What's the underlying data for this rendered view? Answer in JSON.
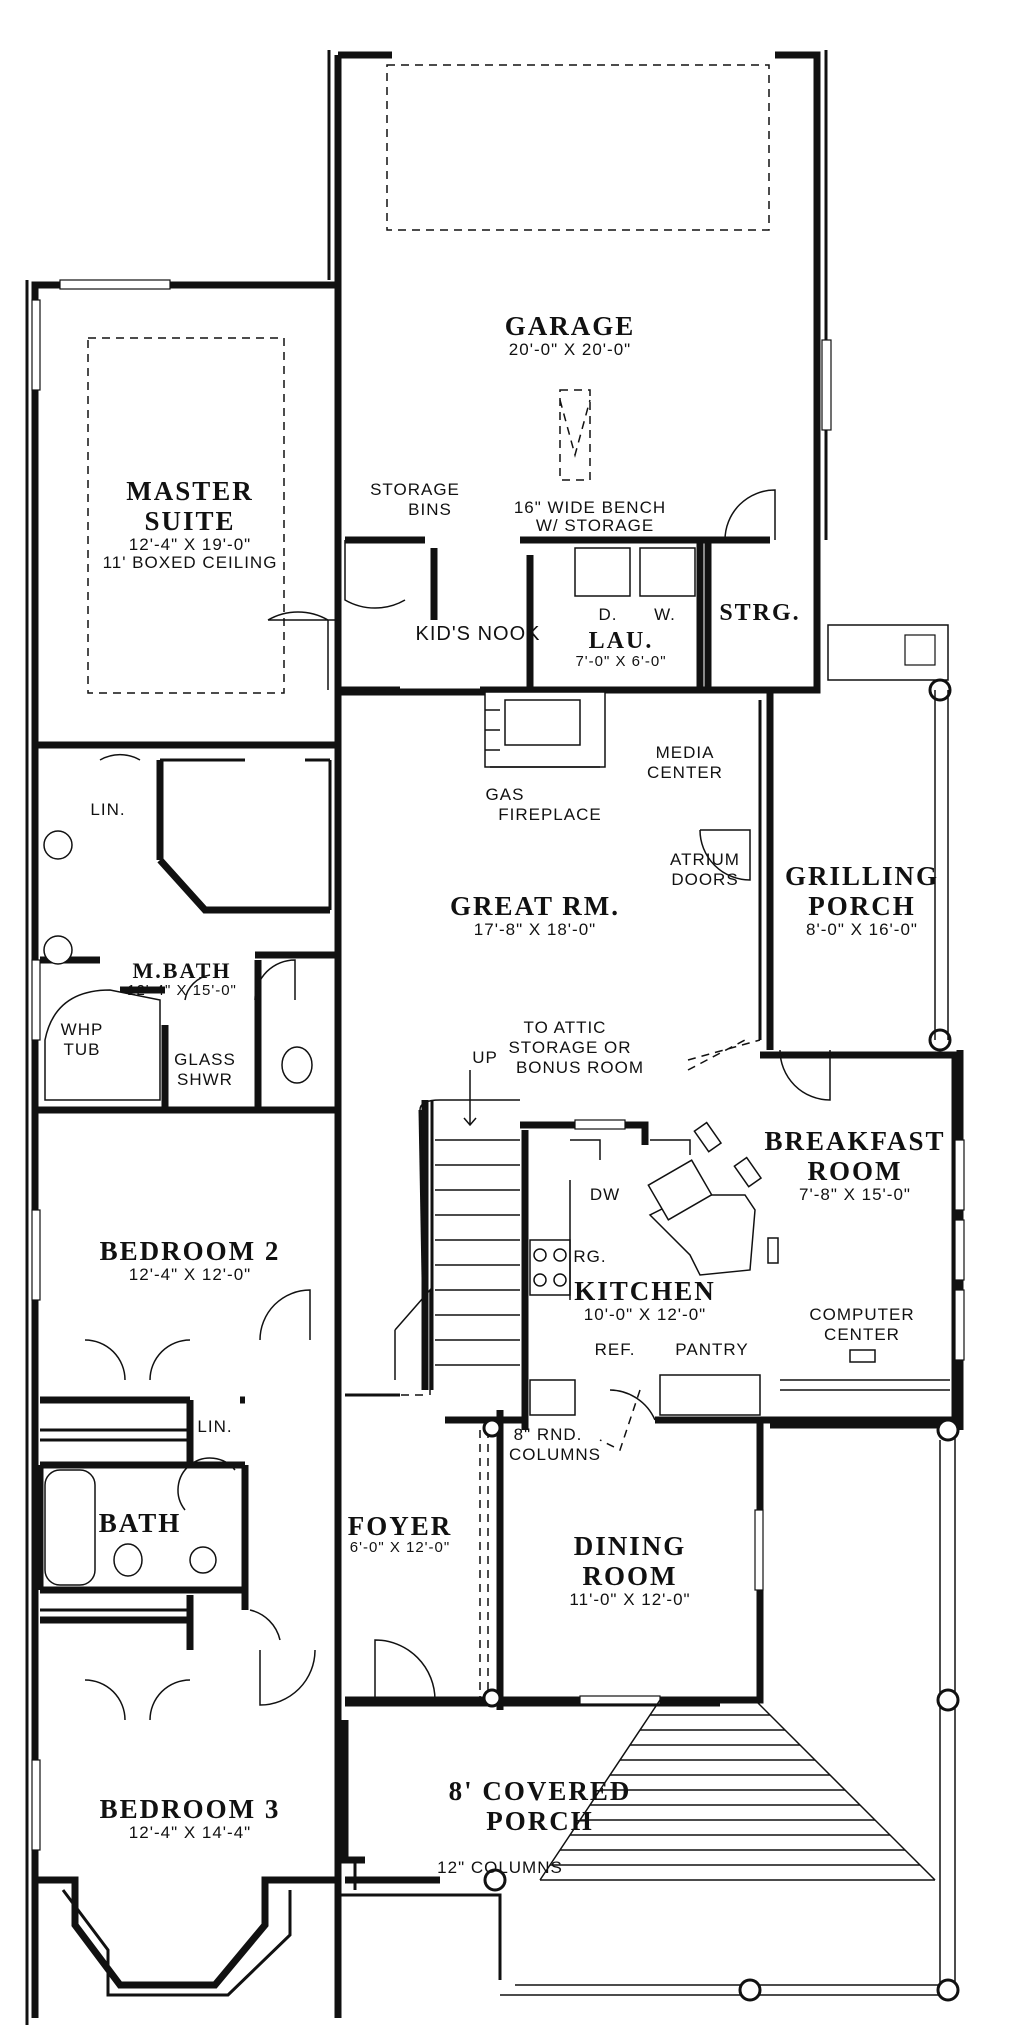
{
  "rooms": {
    "garage": {
      "name": "GARAGE",
      "dim": "20'-0\" X 20'-0\""
    },
    "master_suite": {
      "name1": "MASTER",
      "name2": "SUITE",
      "dim": "12'-4\" X 19'-0\"",
      "note": "11' BOXED CEILING"
    },
    "kids_nook": {
      "name": "KID'S NOOK"
    },
    "laundry": {
      "name": "LAU.",
      "dim": "7'-0\" X 6'-0\""
    },
    "storage": {
      "name": "STRG."
    },
    "great_room": {
      "name": "GREAT RM.",
      "dim": "17'-8\" X 18'-0\""
    },
    "grilling_porch": {
      "name1": "GRILLING",
      "name2": "PORCH",
      "dim": "8'-0\" X 16'-0\""
    },
    "master_bath": {
      "name": "M.BATH",
      "dim": "12'-4\" X 15'-0\""
    },
    "breakfast_room": {
      "name1": "BREAKFAST",
      "name2": "ROOM",
      "dim": "7'-8\" X 15'-0\""
    },
    "bedroom2": {
      "name": "BEDROOM 2",
      "dim": "12'-4\" X 12'-0\""
    },
    "kitchen": {
      "name": "KITCHEN",
      "dim": "10'-0\" X 12'-0\""
    },
    "bath": {
      "name": "BATH"
    },
    "foyer": {
      "name": "FOYER",
      "dim": "6'-0\" X 12'-0\""
    },
    "dining_room": {
      "name1": "DINING",
      "name2": "ROOM",
      "dim": "11'-0\" X 12'-0\""
    },
    "covered_porch": {
      "name1": "8' COVERED",
      "name2": "PORCH"
    },
    "bedroom3": {
      "name": "BEDROOM 3",
      "dim": "12'-4\" X 14'-4\""
    }
  },
  "notes": {
    "storage_bins1": "STORAGE",
    "storage_bins2": "BINS",
    "bench1": "16\" WIDE BENCH",
    "bench2": "W/ STORAGE",
    "dryer": "D.",
    "washer": "W.",
    "media1": "MEDIA",
    "media2": "CENTER",
    "gas1": "GAS",
    "gas2": "FIREPLACE",
    "atrium1": "ATRIUM",
    "atrium2": "DOORS",
    "linen_master": "LIN.",
    "whp1": "WHP",
    "whp2": "TUB",
    "glass1": "GLASS",
    "glass2": "SHWR",
    "attic1": "TO ATTIC",
    "attic2": "STORAGE OR",
    "attic3": "BONUS ROOM",
    "up": "UP",
    "dw": "DW",
    "range": "RG.",
    "ref": "REF.",
    "pantry": "PANTRY",
    "computer1": "COMPUTER",
    "computer2": "CENTER",
    "linen_hall": "LIN.",
    "rnd1": "8\" RND.",
    "rnd2": "COLUMNS",
    "columns12": "12\" COLUMNS"
  }
}
